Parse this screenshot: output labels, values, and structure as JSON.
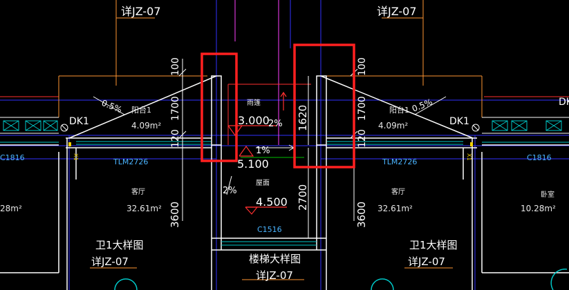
{
  "colors": {
    "background": "#000000",
    "wall": "#ffffff",
    "axis": "#3232ff",
    "window": "#00c8c8",
    "dimension": "#ffffff",
    "leader": "#ff9632",
    "highlight": "#ff2020",
    "roof_line": "#ff3030",
    "magenta": "#ff40ff",
    "room_label": "#e6e6e6",
    "code_label": "#4ab4ff"
  },
  "callouts": {
    "detail_top_left": "详JZ-07",
    "detail_top_right": "详JZ-07",
    "bath_left_title": "卫1大样图",
    "bath_left_ref": "详JZ-07",
    "bath_right_title": "卫1大样图",
    "bath_right_ref": "详JZ-07",
    "stair_title": "楼梯大样图",
    "stair_ref": "详JZ-07"
  },
  "dimensions": {
    "left_100": "100",
    "left_1700": "1700",
    "left_120": "120",
    "left_3600": "3600",
    "right_100": "100",
    "right_1700": "1700",
    "right_120": "120",
    "right_3600": "3600",
    "mid_1620": "1620",
    "mid_2700": "2700"
  },
  "labels": {
    "dk_left": "DK1",
    "dk_right": "DK1",
    "dk_edge": "DK",
    "slope_left": "0.5%",
    "slope_right": "0.5%",
    "balcony_left": "阳台1",
    "balcony_right": "阳台1",
    "balcony_left_area": "4.09m²",
    "balcony_right_area": "4.09m²",
    "canopy": "雨篷",
    "elev_3000": "3.000",
    "slope_2_top": "2%",
    "slope_1": "1%",
    "elev_5100": "5.100",
    "slope_2_mid": "2%",
    "roof_face": "屋面",
    "elev_4500": "4.500",
    "window_c1516": "C1516",
    "window_c1816_left": "C1816",
    "window_c1816_right": "C1816",
    "door_tlm_left": "TLM2726",
    "door_tlm_right": "TLM2726",
    "living_left": "客厅",
    "living_right": "客厅",
    "living_left_area": "32.61m²",
    "living_right_area": "32.61m²",
    "bedroom_right": "卧室",
    "bedroom_right_area": "10.28m²",
    "left_edge_area": "28m²",
    "wall_code_left": "X1",
    "wall_code_right": "X1"
  }
}
